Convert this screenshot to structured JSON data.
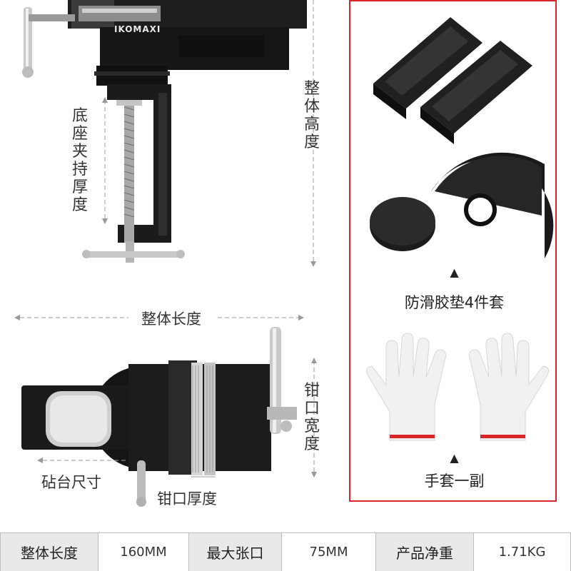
{
  "brand": {
    "logo_text": "IKOMAXI"
  },
  "dimensions": {
    "overall_height": [
      "整",
      "体",
      "高",
      "度"
    ],
    "base_clamp_thickness": [
      "底",
      "座",
      "夹",
      "持",
      "厚",
      "度"
    ],
    "overall_length": "整体长度",
    "jaw_width": [
      "钳",
      "口",
      "宽",
      "度"
    ],
    "anvil_size": "砧台尺寸",
    "jaw_thickness": "钳口厚度"
  },
  "accessories": {
    "pads_caption": "防滑胶垫4件套",
    "gloves_caption": "手套一副",
    "marker": "▲"
  },
  "specs": [
    {
      "label": "整体长度",
      "value": "160MM"
    },
    {
      "label": "最大张口",
      "value": "75MM"
    },
    {
      "label": "产品净重",
      "value": "1.71KG"
    }
  ],
  "colors": {
    "frame_border": "#d9262a",
    "vise_body": "#1c1c1c",
    "table_header_bg": "#e9e9e9"
  }
}
